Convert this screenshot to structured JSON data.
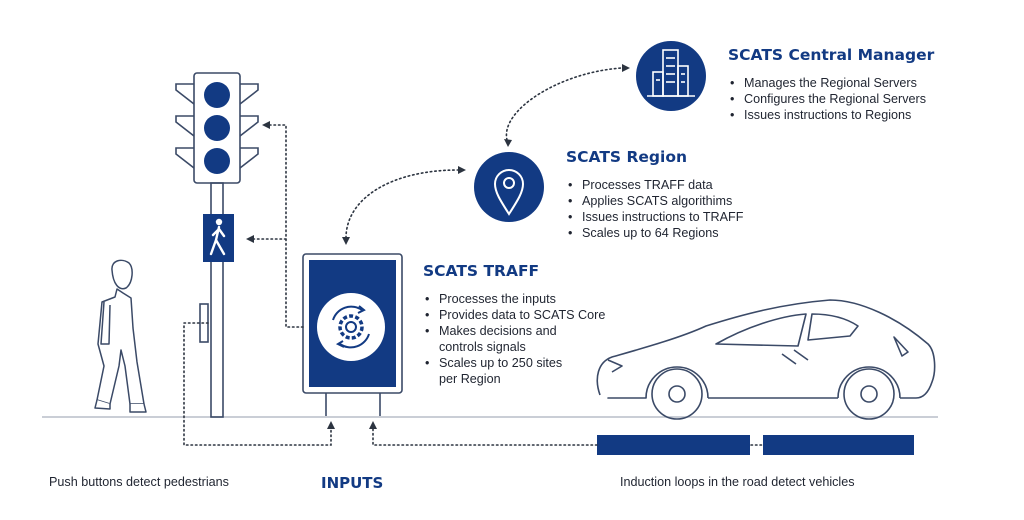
{
  "central_manager": {
    "title": "SCATS Central Manager",
    "items": [
      "Manages the Regional Servers",
      "Configures the Regional Servers",
      "Issues instructions to Regions"
    ]
  },
  "region": {
    "title": "SCATS Region",
    "items": [
      "Processes TRAFF data",
      "Applies SCATS algorithims",
      "Issues instructions to TRAFF",
      "Scales up to 64 Regions"
    ]
  },
  "traff": {
    "title": "SCATS TRAFF",
    "items": [
      "Processes the inputs",
      "Provides data to SCATS Core",
      "Makes decisions and\ncontrols signals",
      "Scales up to 250 sites\nper Region"
    ]
  },
  "captions": {
    "push_buttons": "Push buttons detect pedestrians",
    "inputs": "INPUTS",
    "induction_loops": "Induction loops in the road detect vehicles"
  },
  "colors": {
    "brand_blue": "#123a83",
    "line": "#3b4a67",
    "dotted": "#2c3440"
  },
  "icons": [
    "building-icon",
    "location-pin-icon",
    "gear-cycle-icon",
    "pedestrian-icon",
    "traffic-light-icon",
    "car-icon",
    "person-icon"
  ]
}
